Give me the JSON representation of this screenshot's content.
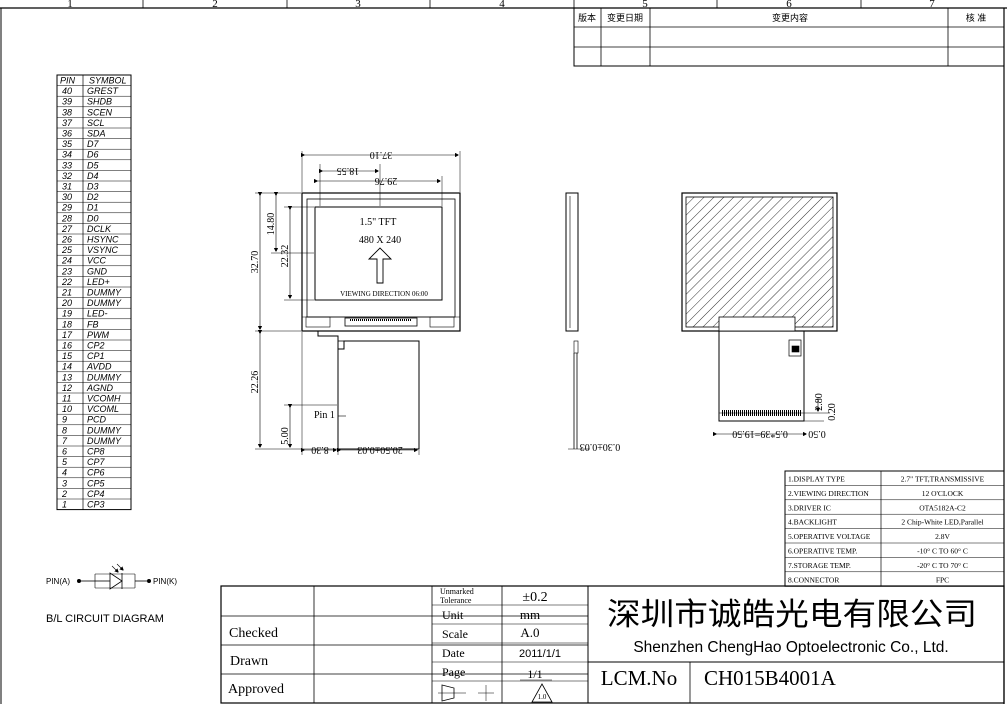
{
  "grid_numbers": [
    "1",
    "2",
    "3",
    "4",
    "5",
    "6",
    "7"
  ],
  "revision_table": {
    "headers": [
      "版本",
      "变更日期",
      "变更内容",
      "核 准"
    ]
  },
  "pin_table": {
    "headers": [
      "PIN",
      "SYMBOL"
    ],
    "rows": [
      [
        "40",
        "GREST"
      ],
      [
        "39",
        "SHDB"
      ],
      [
        "38",
        "SCEN"
      ],
      [
        "37",
        "SCL"
      ],
      [
        "36",
        "SDA"
      ],
      [
        "35",
        "D7"
      ],
      [
        "34",
        "D6"
      ],
      [
        "33",
        "D5"
      ],
      [
        "32",
        "D4"
      ],
      [
        "31",
        "D3"
      ],
      [
        "30",
        "D2"
      ],
      [
        "29",
        "D1"
      ],
      [
        "28",
        "D0"
      ],
      [
        "27",
        "DCLK"
      ],
      [
        "26",
        "HSYNC"
      ],
      [
        "25",
        "VSYNC"
      ],
      [
        "24",
        "VCC"
      ],
      [
        "23",
        "GND"
      ],
      [
        "22",
        "LED+"
      ],
      [
        "21",
        "DUMMY"
      ],
      [
        "20",
        "DUMMY"
      ],
      [
        "19",
        "LED-"
      ],
      [
        "18",
        "FB"
      ],
      [
        "17",
        "PWM"
      ],
      [
        "16",
        "CP2"
      ],
      [
        "15",
        "CP1"
      ],
      [
        "14",
        "AVDD"
      ],
      [
        "13",
        "DUMMY"
      ],
      [
        "12",
        "AGND"
      ],
      [
        "11",
        "VCOMH"
      ],
      [
        "10",
        "VCOML"
      ],
      [
        "9",
        "PCD"
      ],
      [
        "8",
        "DUMMY"
      ],
      [
        "7",
        "DUMMY"
      ],
      [
        "6",
        "CP8"
      ],
      [
        "5",
        "CP7"
      ],
      [
        "4",
        "CP6"
      ],
      [
        "3",
        "CP5"
      ],
      [
        "2",
        "CP4"
      ],
      [
        "1",
        "CP3"
      ]
    ]
  },
  "front_view": {
    "size_label": "1.5\" TFT",
    "resolution_label": "480 X 240",
    "viewing_label": "VIEWING DIRECTION 06:00",
    "pin1_label": "Pin 1",
    "dims": {
      "outline_width": "37.10",
      "vis_width": "29.76",
      "aa_center": "18.55",
      "aa_top": "14.80",
      "vis_height": "22.32",
      "outline_height": "32.70",
      "fpc_length": "22.26",
      "fpc_end": "5.00",
      "fpc_left": "8.30",
      "fpc_width": "20.50±0.03"
    }
  },
  "side_view": {
    "thickness": "0.30±0.03"
  },
  "back_view": {
    "dims": {
      "tail_length": "2.80",
      "tail_gap": "0.20",
      "pitch": "0.5*39=19.50",
      "pitch_small": "0.50"
    }
  },
  "spec_table": {
    "rows": [
      [
        "1.DISPLAY TYPE",
        "2.7\" TFT,TRANSMISSIVE"
      ],
      [
        "2.VIEWING DIRECTION",
        "12 O'CLOCK"
      ],
      [
        "3.DRIVER IC",
        "OTA5182A-C2"
      ],
      [
        "4.BACKLIGHT",
        "2 Chip-White LED,Parallel"
      ],
      [
        "5.OPERATIVE VOLTAGE",
        "2.8V"
      ],
      [
        "6.OPERATIVE TEMP.",
        "-10° C TO 60° C"
      ],
      [
        "7.STORAGE TEMP.",
        "-20° C TO 70° C"
      ],
      [
        "8.CONNECTOR",
        "FPC"
      ]
    ]
  },
  "circuit": {
    "pin_a": "PIN(A)",
    "pin_k": "PIN(K)",
    "caption": "B/L CIRCUIT DIAGRAM"
  },
  "title_block": {
    "checked": "Checked",
    "drawn": "Drawn",
    "approved": "Approved",
    "tolerance_label_1": "Unmarked",
    "tolerance_label_2": "Tolerance",
    "tolerance_value": "±0.2",
    "unit_label": "Unit",
    "unit_value": "mm",
    "scale_label": "Scale",
    "scale_value": "A.0",
    "date_label": "Date",
    "date_value": "2011/1/1",
    "page_label": "Page",
    "page_value": "1/1",
    "rev_mark": "1.0",
    "company_cn": "深圳市诚皓光电有限公司",
    "company_en": "Shenzhen ChengHao Optoelectronic Co., Ltd.",
    "lcm_label": "LCM.No",
    "lcm_value": "CH015B4001A"
  }
}
